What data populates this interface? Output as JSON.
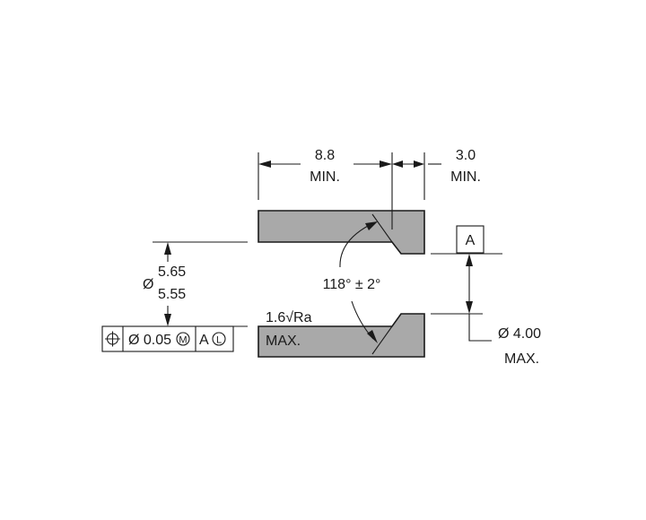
{
  "dimensions": {
    "length_value": "8.8",
    "length_note": "MIN.",
    "counterbore_value": "3.0",
    "counterbore_note": "MIN.",
    "outer_dia_symbol": "Ø",
    "outer_dia_upper": "5.65",
    "outer_dia_lower": "5.55",
    "angle": "118° ± 2°",
    "bore_dia": "Ø 4.00",
    "bore_dia_note": "MAX."
  },
  "surface_finish": {
    "value": "1.6",
    "symbol": "√",
    "unit": "Ra",
    "note": "MAX."
  },
  "datum": {
    "label": "A"
  },
  "feature_control_frame": {
    "symbol": "⌖",
    "tolerance": "Ø 0.05",
    "material_modifier": "M",
    "datum": "A",
    "datum_modifier": "L"
  },
  "colors": {
    "part_fill": "#a9a9a9",
    "line": "#1a1a1a"
  }
}
